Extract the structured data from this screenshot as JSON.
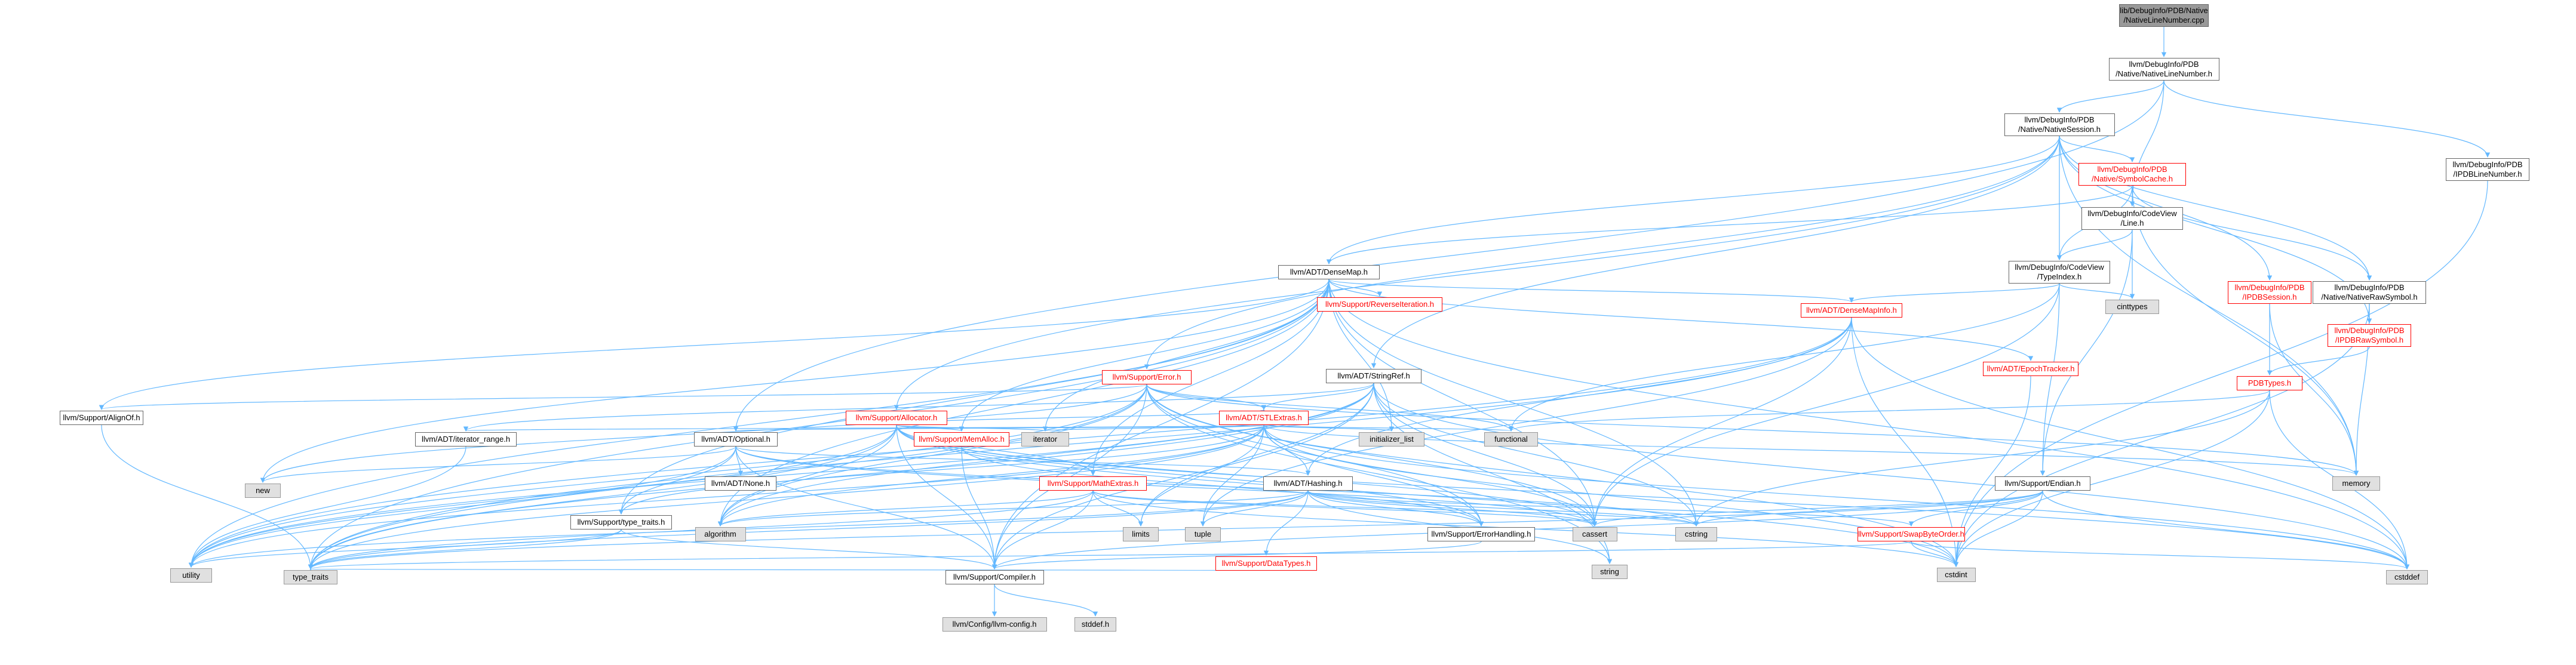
{
  "graph_title": "",
  "colors": {
    "edge": "#63b8ff",
    "node_border": "#666666",
    "truncated_border": "#ff0000",
    "system_fill": "#e0e0e0",
    "root_fill": "#999999"
  },
  "nodes": [
    {
      "id": "root",
      "label": "lib/DebugInfo/PDB/Native\n/NativeLineNumber.cpp",
      "kind": "root"
    },
    {
      "id": "nln",
      "label": "llvm/DebugInfo/PDB\n/Native/NativeLineNumber.h",
      "kind": "normal"
    },
    {
      "id": "ns",
      "label": "llvm/DebugInfo/PDB\n/Native/NativeSession.h",
      "kind": "normal"
    },
    {
      "id": "ipdbln",
      "label": "llvm/DebugInfo/PDB\n/IPDBLineNumber.h",
      "kind": "normal"
    },
    {
      "id": "symcache",
      "label": "llvm/DebugInfo/PDB\n/Native/SymbolCache.h",
      "kind": "truncated"
    },
    {
      "id": "cvline",
      "label": "llvm/DebugInfo/CodeView\n/Line.h",
      "kind": "normal"
    },
    {
      "id": "typeindex",
      "label": "llvm/DebugInfo/CodeView\n/TypeIndex.h",
      "kind": "normal"
    },
    {
      "id": "cinttypes",
      "label": "cinttypes",
      "kind": "system"
    },
    {
      "id": "densemap",
      "label": "llvm/ADT/DenseMap.h",
      "kind": "normal"
    },
    {
      "id": "revit",
      "label": "llvm/Support/ReverseIteration.h",
      "kind": "truncated"
    },
    {
      "id": "ipdbsession",
      "label": "llvm/DebugInfo/PDB\n/IPDBSession.h",
      "kind": "truncated"
    },
    {
      "id": "nrawsym",
      "label": "llvm/DebugInfo/PDB\n/Native/NativeRawSymbol.h",
      "kind": "normal"
    },
    {
      "id": "ipdbraw",
      "label": "llvm/DebugInfo/PDB\n/IPDBRawSymbol.h",
      "kind": "truncated"
    },
    {
      "id": "pdbtypes",
      "label": "PDBTypes.h",
      "kind": "truncated"
    },
    {
      "id": "densemapinfo",
      "label": "llvm/ADT/DenseMapInfo.h",
      "kind": "truncated"
    },
    {
      "id": "epoch",
      "label": "llvm/ADT/EpochTracker.h",
      "kind": "truncated"
    },
    {
      "id": "stringref",
      "label": "llvm/ADT/StringRef.h",
      "kind": "normal"
    },
    {
      "id": "error",
      "label": "llvm/Support/Error.h",
      "kind": "truncated"
    },
    {
      "id": "aligno",
      "label": "llvm/Support/AlignOf.h",
      "kind": "normal"
    },
    {
      "id": "allocator",
      "label": "llvm/Support/Allocator.h",
      "kind": "truncated"
    },
    {
      "id": "stlextras",
      "label": "llvm/ADT/STLExtras.h",
      "kind": "truncated"
    },
    {
      "id": "iterrange",
      "label": "llvm/ADT/iterator_range.h",
      "kind": "normal"
    },
    {
      "id": "optional",
      "label": "llvm/ADT/Optional.h",
      "kind": "normal"
    },
    {
      "id": "memalloc",
      "label": "llvm/Support/MemAlloc.h",
      "kind": "truncated"
    },
    {
      "id": "iterator",
      "label": "iterator",
      "kind": "system"
    },
    {
      "id": "initlist",
      "label": "initializer_list",
      "kind": "system"
    },
    {
      "id": "functional",
      "label": "functional",
      "kind": "system"
    },
    {
      "id": "memory",
      "label": "memory",
      "kind": "system"
    },
    {
      "id": "none",
      "label": "llvm/ADT/None.h",
      "kind": "normal"
    },
    {
      "id": "new",
      "label": "new",
      "kind": "system"
    },
    {
      "id": "mathextras",
      "label": "llvm/Support/MathExtras.h",
      "kind": "truncated"
    },
    {
      "id": "hashing",
      "label": "llvm/ADT/Hashing.h",
      "kind": "normal"
    },
    {
      "id": "endian",
      "label": "llvm/Support/Endian.h",
      "kind": "normal"
    },
    {
      "id": "typetraits",
      "label": "llvm/Support/type_traits.h",
      "kind": "normal"
    },
    {
      "id": "algorithm",
      "label": "algorithm",
      "kind": "system"
    },
    {
      "id": "limits",
      "label": "limits",
      "kind": "system"
    },
    {
      "id": "tuple",
      "label": "tuple",
      "kind": "system"
    },
    {
      "id": "datatypes",
      "label": "llvm/Support/DataTypes.h",
      "kind": "truncated"
    },
    {
      "id": "errhandling",
      "label": "llvm/Support/ErrorHandling.h",
      "kind": "normal"
    },
    {
      "id": "cassert",
      "label": "cassert",
      "kind": "system"
    },
    {
      "id": "cstring",
      "label": "cstring",
      "kind": "system"
    },
    {
      "id": "swapbyte",
      "label": "llvm/Support/SwapByteOrder.h",
      "kind": "truncated"
    },
    {
      "id": "utility",
      "label": "utility",
      "kind": "system"
    },
    {
      "id": "type_traits",
      "label": "type_traits",
      "kind": "system"
    },
    {
      "id": "compiler",
      "label": "llvm/Support/Compiler.h",
      "kind": "normal"
    },
    {
      "id": "string",
      "label": "string",
      "kind": "system"
    },
    {
      "id": "cstdint",
      "label": "cstdint",
      "kind": "system"
    },
    {
      "id": "cstddef",
      "label": "cstddef",
      "kind": "system"
    },
    {
      "id": "llvmconfig",
      "label": "llvm/Config/llvm-config.h",
      "kind": "system"
    },
    {
      "id": "stddef",
      "label": "stddef.h",
      "kind": "system"
    }
  ],
  "edges": [
    [
      "root",
      "nln"
    ],
    [
      "nln",
      "ns"
    ],
    [
      "nln",
      "ipdbln"
    ],
    [
      "nln",
      "cvline"
    ],
    [
      "nln",
      "optional"
    ],
    [
      "ns",
      "symcache"
    ],
    [
      "ns",
      "densemap"
    ],
    [
      "ns",
      "stringref"
    ],
    [
      "ns",
      "typeindex"
    ],
    [
      "ns",
      "nrawsym"
    ],
    [
      "ns",
      "ipdbraw"
    ],
    [
      "ns",
      "ipdbsession"
    ],
    [
      "ns",
      "allocator"
    ],
    [
      "ns",
      "error"
    ],
    [
      "ns",
      "memory"
    ],
    [
      "ipdbln",
      "cstdint"
    ],
    [
      "symcache",
      "cvline"
    ],
    [
      "symcache",
      "typeindex"
    ],
    [
      "symcache",
      "densemap"
    ],
    [
      "symcache",
      "nrawsym"
    ],
    [
      "symcache",
      "memory"
    ],
    [
      "cvline",
      "typeindex"
    ],
    [
      "cvline",
      "cinttypes"
    ],
    [
      "cvline",
      "endian"
    ],
    [
      "typeindex",
      "cinttypes"
    ],
    [
      "typeindex",
      "densemapinfo"
    ],
    [
      "typeindex",
      "endian"
    ],
    [
      "typeindex",
      "cassert"
    ],
    [
      "typeindex",
      "functional"
    ],
    [
      "densemap",
      "densemapinfo"
    ],
    [
      "densemap",
      "epoch"
    ],
    [
      "densemap",
      "aligno"
    ],
    [
      "densemap",
      "compiler"
    ],
    [
      "densemap",
      "mathextras"
    ],
    [
      "densemap",
      "memalloc"
    ],
    [
      "densemap",
      "revit"
    ],
    [
      "densemap",
      "typetraits"
    ],
    [
      "densemap",
      "algorithm"
    ],
    [
      "densemap",
      "cassert"
    ],
    [
      "densemap",
      "cstddef"
    ],
    [
      "densemap",
      "cstring"
    ],
    [
      "densemap",
      "initlist"
    ],
    [
      "densemap",
      "iterator"
    ],
    [
      "densemap",
      "new"
    ],
    [
      "densemap",
      "type_traits"
    ],
    [
      "densemap",
      "utility"
    ],
    [
      "ipdbsession",
      "pdbtypes"
    ],
    [
      "ipdbsession",
      "memory"
    ],
    [
      "nrawsym",
      "ipdbraw"
    ],
    [
      "nrawsym",
      "cstdint"
    ],
    [
      "nrawsym",
      "memory"
    ],
    [
      "ipdbraw",
      "pdbtypes"
    ],
    [
      "pdbtypes",
      "functional"
    ],
    [
      "pdbtypes",
      "cstddef"
    ],
    [
      "pdbtypes",
      "cstdint"
    ],
    [
      "pdbtypes",
      "cstring"
    ],
    [
      "densemapinfo",
      "hashing"
    ],
    [
      "densemapinfo",
      "cassert"
    ],
    [
      "densemapinfo",
      "cstddef"
    ],
    [
      "densemapinfo",
      "cstdint"
    ],
    [
      "densemapinfo",
      "tuple"
    ],
    [
      "densemapinfo",
      "type_traits"
    ],
    [
      "densemapinfo",
      "utility"
    ],
    [
      "epoch",
      "cstdint"
    ],
    [
      "stringref",
      "stlextras"
    ],
    [
      "stringref",
      "iterrange"
    ],
    [
      "stringref",
      "compiler"
    ],
    [
      "stringref",
      "algorithm"
    ],
    [
      "stringref",
      "cassert"
    ],
    [
      "stringref",
      "cstddef"
    ],
    [
      "stringref",
      "cstring"
    ],
    [
      "stringref",
      "limits"
    ],
    [
      "stringref",
      "string"
    ],
    [
      "stringref",
      "type_traits"
    ],
    [
      "stringref",
      "utility"
    ],
    [
      "error",
      "stlextras"
    ],
    [
      "error",
      "aligno"
    ],
    [
      "error",
      "compiler"
    ],
    [
      "error",
      "errhandling"
    ],
    [
      "error",
      "algorithm"
    ],
    [
      "error",
      "cassert"
    ],
    [
      "error",
      "cstdint"
    ],
    [
      "error",
      "functional"
    ],
    [
      "error",
      "memory"
    ],
    [
      "error",
      "new"
    ],
    [
      "error",
      "string"
    ],
    [
      "error",
      "type_traits"
    ],
    [
      "error",
      "utility"
    ],
    [
      "aligno",
      "type_traits"
    ],
    [
      "allocator",
      "stlextras"
    ],
    [
      "allocator",
      "compiler"
    ],
    [
      "allocator",
      "mathextras"
    ],
    [
      "allocator",
      "memalloc"
    ],
    [
      "allocator",
      "errhandling"
    ],
    [
      "allocator",
      "algorithm"
    ],
    [
      "allocator",
      "cassert"
    ],
    [
      "allocator",
      "cstddef"
    ],
    [
      "allocator",
      "cstdint"
    ],
    [
      "allocator",
      "iterator"
    ],
    [
      "allocator",
      "type_traits"
    ],
    [
      "allocator",
      "utility"
    ],
    [
      "stlextras",
      "optional"
    ],
    [
      "stlextras",
      "hashing"
    ],
    [
      "stlextras",
      "typetraits"
    ],
    [
      "stlextras",
      "iterator"
    ],
    [
      "stlextras",
      "iterrange"
    ],
    [
      "stlextras",
      "errhandling"
    ],
    [
      "stlextras",
      "algorithm"
    ],
    [
      "stlextras",
      "cassert"
    ],
    [
      "stlextras",
      "cstddef"
    ],
    [
      "stlextras",
      "cstdint"
    ],
    [
      "stlextras",
      "functional"
    ],
    [
      "stlextras",
      "initlist"
    ],
    [
      "stlextras",
      "limits"
    ],
    [
      "stlextras",
      "memory"
    ],
    [
      "stlextras",
      "tuple"
    ],
    [
      "stlextras",
      "type_traits"
    ],
    [
      "stlextras",
      "utility"
    ],
    [
      "iterrange",
      "utility"
    ],
    [
      "optional",
      "hashing"
    ],
    [
      "optional",
      "none"
    ],
    [
      "optional",
      "compiler"
    ],
    [
      "optional",
      "typetraits"
    ],
    [
      "optional",
      "cassert"
    ],
    [
      "optional",
      "cstring"
    ],
    [
      "optional",
      "new"
    ],
    [
      "optional",
      "utility"
    ],
    [
      "memalloc",
      "compiler"
    ],
    [
      "memalloc",
      "errhandling"
    ],
    [
      "mathextras",
      "compiler"
    ],
    [
      "mathextras",
      "algorithm"
    ],
    [
      "mathextras",
      "cassert"
    ],
    [
      "mathextras",
      "cstring"
    ],
    [
      "mathextras",
      "limits"
    ],
    [
      "mathextras",
      "type_traits"
    ],
    [
      "mathextras",
      "cstdint"
    ],
    [
      "hashing",
      "errhandling"
    ],
    [
      "hashing",
      "datatypes"
    ],
    [
      "hashing",
      "swapbyte"
    ],
    [
      "hashing",
      "type_traits"
    ],
    [
      "hashing",
      "algorithm"
    ],
    [
      "hashing",
      "cassert"
    ],
    [
      "hashing",
      "cstring"
    ],
    [
      "hashing",
      "string"
    ],
    [
      "hashing",
      "tuple"
    ],
    [
      "hashing",
      "utility"
    ],
    [
      "endian",
      "compiler"
    ],
    [
      "endian",
      "swapbyte"
    ],
    [
      "endian",
      "cassert"
    ],
    [
      "endian",
      "cstddef"
    ],
    [
      "endian",
      "cstdint"
    ],
    [
      "endian",
      "cstring"
    ],
    [
      "endian",
      "type_traits"
    ],
    [
      "typetraits",
      "compiler"
    ],
    [
      "typetraits",
      "type_traits"
    ],
    [
      "typetraits",
      "utility"
    ],
    [
      "datatypes",
      "type_traits"
    ],
    [
      "errhandling",
      "compiler"
    ],
    [
      "swapbyte",
      "cstddef"
    ],
    [
      "swapbyte",
      "cstdint"
    ],
    [
      "swapbyte",
      "type_traits"
    ],
    [
      "compiler",
      "llvmconfig"
    ],
    [
      "compiler",
      "stddef"
    ]
  ]
}
